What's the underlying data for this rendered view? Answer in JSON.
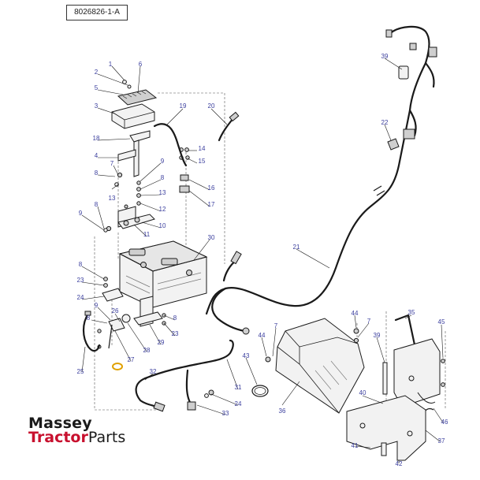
{
  "document_id": "8026826-1-A",
  "brand": {
    "line1": "Massey",
    "line2_red": "Tractor",
    "line2_dark": "Parts"
  },
  "accent_colors": {
    "callout_text": "#3b3f9e",
    "brand_red": "#c8102e",
    "highlight_ring": "#e0a000"
  },
  "callouts": [
    {
      "label": "1"
    },
    {
      "label": "6"
    },
    {
      "label": "2"
    },
    {
      "label": "5"
    },
    {
      "label": "3"
    },
    {
      "label": "19"
    },
    {
      "label": "20"
    },
    {
      "label": "18"
    },
    {
      "label": "14"
    },
    {
      "label": "15"
    },
    {
      "label": "4"
    },
    {
      "label": "7"
    },
    {
      "label": "9"
    },
    {
      "label": "8"
    },
    {
      "label": "8"
    },
    {
      "label": "13"
    },
    {
      "label": "16"
    },
    {
      "label": "13"
    },
    {
      "label": "17"
    },
    {
      "label": "8"
    },
    {
      "label": "12"
    },
    {
      "label": "9"
    },
    {
      "label": "10"
    },
    {
      "label": "11"
    },
    {
      "label": "30"
    },
    {
      "label": "8"
    },
    {
      "label": "23"
    },
    {
      "label": "24"
    },
    {
      "label": "9"
    },
    {
      "label": "26"
    },
    {
      "label": "8"
    },
    {
      "label": "28"
    },
    {
      "label": "29"
    },
    {
      "label": "23"
    },
    {
      "label": "8"
    },
    {
      "label": "27"
    },
    {
      "label": "25"
    },
    {
      "label": "32"
    },
    {
      "label": "31"
    },
    {
      "label": "24"
    },
    {
      "label": "33"
    },
    {
      "label": "43"
    },
    {
      "label": "7"
    },
    {
      "label": "44"
    },
    {
      "label": "36"
    },
    {
      "label": "21"
    },
    {
      "label": "39"
    },
    {
      "label": "22"
    },
    {
      "label": "44"
    },
    {
      "label": "7"
    },
    {
      "label": "35"
    },
    {
      "label": "45"
    },
    {
      "label": "39"
    },
    {
      "label": "40"
    },
    {
      "label": "46"
    },
    {
      "label": "41"
    },
    {
      "label": "37"
    },
    {
      "label": "42"
    }
  ]
}
